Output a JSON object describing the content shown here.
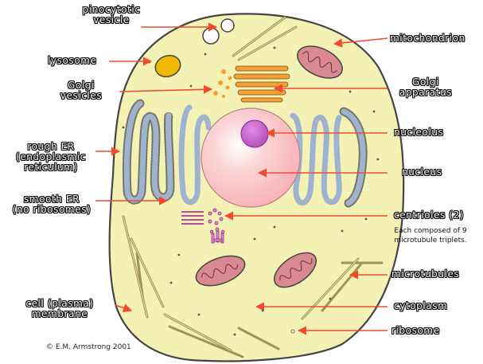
{
  "labels": {
    "pinocytotic_vesicle": [
      "pinocytotic",
      "vesicle"
    ],
    "lysosome": "lysosome",
    "golgi_vesicles": [
      "Golgi",
      "vesicles"
    ],
    "rough_er": [
      "rough ER",
      "(endoplasmic",
      "reticulum)"
    ],
    "smooth_er": [
      "smooth ER",
      "(no ribosomes)"
    ],
    "cell_membrane": [
      "cell (plasma)",
      "membrane"
    ],
    "mitochondrion": "mitochondrion",
    "golgi_apparatus": [
      "Golgi",
      "apparatus"
    ],
    "nucleolus": "nucleolus",
    "nucleus": "nucleus",
    "centrioles": "centrioles (2)",
    "centrioles_note": [
      "Each composed of 9",
      "microtubule triplets."
    ],
    "microtubules": "microtubules",
    "cytoplasm": "cytoplasm",
    "ribosome": "ribosome"
  },
  "copyright": "© E.M. Armstrong 2001",
  "colors": {
    "cytoplasm": "#f4f1b4",
    "membrane": "#444444",
    "arrow": "#f24a2e",
    "nucleus": "#fbc4c7",
    "nucleolus": "#c35cc8",
    "golgi": "#f2a232",
    "lysosome": "#f1b800",
    "er": "#9fb3cf",
    "mitochondrion": "#d98a90",
    "microtubule": "#c8c080"
  }
}
